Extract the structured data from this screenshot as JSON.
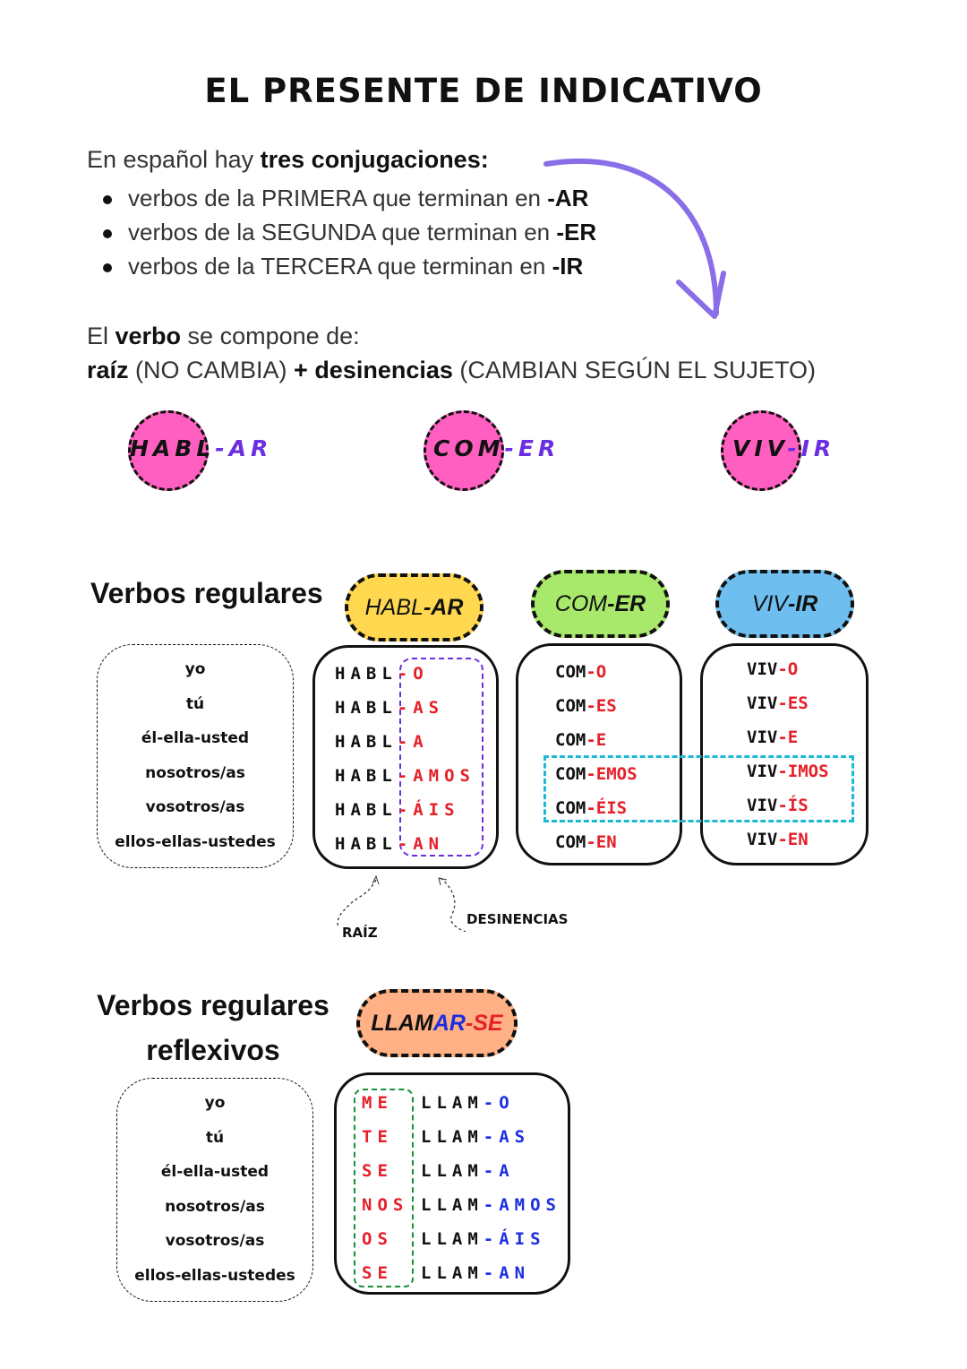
{
  "title": "EL PRESENTE DE INDICATIVO",
  "intro": {
    "pre": "En español hay ",
    "bold": "tres conjugaciones:"
  },
  "bullets": [
    {
      "text": "verbos de la PRIMERA que terminan en ",
      "end": "-AR"
    },
    {
      "text": "verbos de la SEGUNDA que terminan en ",
      "end": "-ER"
    },
    {
      "text": "verbos de la TERCERA que terminan en ",
      "end": "-IR"
    }
  ],
  "verbo": {
    "l1_pre": "El ",
    "l1_bold": "verbo",
    "l1_post": " se compone de:",
    "raiz": "raíz",
    "raiz_note": " (NO CAMBIA) ",
    "plus": "+ desinencias",
    "des_note": " (CAMBIAN SEGÚN EL SUJETO)"
  },
  "circles": [
    {
      "stem": "HABL",
      "end": "-AR"
    },
    {
      "stem": "COM",
      "end": "-ER"
    },
    {
      "stem": "VIV",
      "end": "-IR"
    }
  ],
  "regulares": {
    "heading": "Verbos regulares",
    "pills": [
      {
        "stem": "HABL",
        "end": "-AR",
        "color": "#ffd84f"
      },
      {
        "stem": "COM",
        "end": "-ER",
        "color": "#a8e86a"
      },
      {
        "stem": "VIV",
        "end": "-IR",
        "color": "#6ebff0"
      }
    ],
    "persons": [
      "yo",
      "tú",
      "él-ella-usted",
      "nosotros/as",
      "vosotros/as",
      "ellos-ellas-ustedes"
    ],
    "ar": {
      "stem": "HABL",
      "endings": [
        "-O",
        "-AS",
        "-A",
        "-AMOS",
        "-ÁIS",
        "-AN"
      ]
    },
    "er": {
      "stem": "COM",
      "endings": [
        "-O",
        "-ES",
        "-E",
        "-EMOS",
        "-ÉIS",
        "-EN"
      ]
    },
    "ir": {
      "stem": "VIV",
      "endings": [
        "-O",
        "-ES",
        "-E",
        "-IMOS",
        "-ÍS",
        "-EN"
      ]
    },
    "raiz_label": "RAÍZ",
    "desinencias_label": "DESINENCIAS"
  },
  "reflexivos": {
    "heading1": "Verbos regulares",
    "heading2": "reflexivos",
    "pill": {
      "a": "LLAM",
      "b": "AR",
      "c": "-SE",
      "color": "#ffb185"
    },
    "persons": [
      "yo",
      "tú",
      "él-ella-usted",
      "nosotros/as",
      "vosotros/as",
      "ellos-ellas-ustedes"
    ],
    "pronouns": [
      "ME",
      "TE",
      "SE",
      "NOS",
      "OS",
      "SE"
    ],
    "stem": "LLAM",
    "endings": [
      "-O",
      "-AS",
      "-A",
      "-AMOS",
      "-ÁIS",
      "-AN"
    ]
  }
}
